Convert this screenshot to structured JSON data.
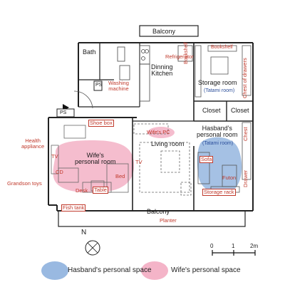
{
  "colors": {
    "husband": "#7fa7d9",
    "wife": "#f2a7be",
    "wall": "#222222",
    "annotation": "#c0392b",
    "tatami_label": "#2b4e9b"
  },
  "rooms": {
    "balcony_top": "Balcony",
    "bath": "Bath",
    "dinning_kitchen": "Dinning\nKitchen",
    "storage_room": "Storage room",
    "storage_tatami": "(Tatami room)",
    "closet_left": "Closet",
    "closet_right": "Closet",
    "husband_room": "Hasband's\npersonal room",
    "husband_tatami": "(Tatami room)",
    "living_room": "Living room",
    "wife_room": "Wife's\npersonal room",
    "balcony_bottom": "Balcony",
    "ps_upper": "PS",
    "ps_lower": "PS"
  },
  "furniture": {
    "refrigerator": "Refrigerator",
    "bookshelf_top": "Bookshelf",
    "bookshelf_side": "Bookshelf",
    "chest_of_drawers": "Chest of drawers",
    "washing_machine": "Washing\nmachine",
    "shoe_box": "Shoe box",
    "wife_pc": "Wife's PC",
    "chest": "Chest",
    "drawer": "Drawer",
    "sofa": "Sofa",
    "futon": "Futon",
    "storage_rack": "Storage rack",
    "tv_living": "TV",
    "tv_wife": "TV",
    "cd": "CD",
    "bed": "Bed",
    "desk": "Desk",
    "table": "Table",
    "health_appliance": "Health\nappliance",
    "grandson_toys": "Grandson toys",
    "fish_tank": "Fish tank",
    "planter": "Planter"
  },
  "compass": {
    "north": "N"
  },
  "scale": {
    "labels": [
      "0",
      "1",
      "2m"
    ]
  },
  "legend": {
    "husband": "Hasband's personal space",
    "wife": "Wife's personal space"
  }
}
